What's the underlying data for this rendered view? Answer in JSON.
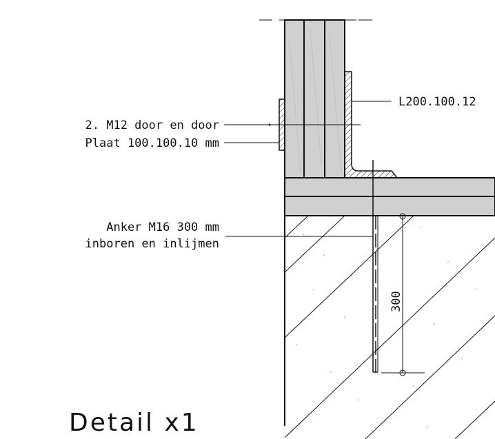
{
  "labels": {
    "angle": "L200.100.12",
    "bolts": "2. M12 door en door",
    "plate": "Plaat 100.100.10 mm",
    "anchor_line1": "Anker M16 300 mm",
    "anchor_line2": "inboren en inlijmen"
  },
  "dimension": {
    "value": "300"
  },
  "title": "Detail x1",
  "colors": {
    "line": "#111111",
    "wood": "#d0d0d0",
    "beam": "#d0d0d0"
  }
}
